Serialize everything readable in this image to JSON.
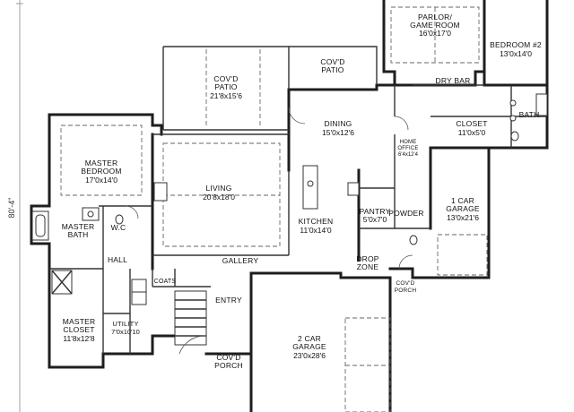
{
  "plan": {
    "overall_dimension": "80'-4\"",
    "rooms": {
      "parlor": {
        "name_1": "PARLOR/",
        "name_2": "GAME ROOM",
        "dim": "16'0x17'0"
      },
      "bedroom2": {
        "name": "BEDROOM #2",
        "dim": "13'0x14'0"
      },
      "covd_patio_small": {
        "name_1": "COV'D",
        "name_2": "PATIO"
      },
      "covd_patio_large": {
        "name_1": "COV'D",
        "name_2": "PATIO",
        "dim": "21'8x15'6"
      },
      "dry_bar": {
        "name": "DRY BAR"
      },
      "dining": {
        "name": "DINING",
        "dim": "15'0x12'6"
      },
      "closet": {
        "name": "CLOSET",
        "dim": "11'0x5'0"
      },
      "bath": {
        "name": "BATH"
      },
      "home_office": {
        "name_1": "HOME",
        "name_2": "OFFICE",
        "dim": "6'4x12'4"
      },
      "master_bedroom": {
        "name_1": "MASTER",
        "name_2": "BEDROOM",
        "dim": "17'0x14'0"
      },
      "living": {
        "name": "LIVING",
        "dim": "20'8x18'0"
      },
      "kitchen": {
        "name": "KITCHEN",
        "dim": "11'0x14'0"
      },
      "pantry": {
        "name": "PANTRY",
        "dim": "5'0x7'0"
      },
      "powder": {
        "name": "POWDER"
      },
      "garage1": {
        "name_1": "1 CAR",
        "name_2": "GARAGE",
        "dim": "13'0x21'6"
      },
      "master_bath": {
        "name_1": "MASTER",
        "name_2": "BATH"
      },
      "wc": {
        "name": "W.C"
      },
      "hall": {
        "name": "HALL"
      },
      "gallery": {
        "name": "GALLERY"
      },
      "drop_zone": {
        "name_1": "DROP",
        "name_2": "ZONE"
      },
      "coats": {
        "name": "COATS"
      },
      "entry": {
        "name": "ENTRY"
      },
      "covd_porch_right": {
        "name_1": "COV'D",
        "name_2": "PORCH"
      },
      "master_closet": {
        "name_1": "MASTER",
        "name_2": "CLOSET",
        "dim": "11'8x12'8"
      },
      "utility": {
        "name": "UTILITY",
        "dim": "7'0x10'10"
      },
      "garage2": {
        "name_1": "2 CAR",
        "name_2": "GARAGE",
        "dim": "23'0x28'6"
      },
      "covd_porch_front": {
        "name_1": "COV'D",
        "name_2": "PORCH"
      }
    }
  }
}
